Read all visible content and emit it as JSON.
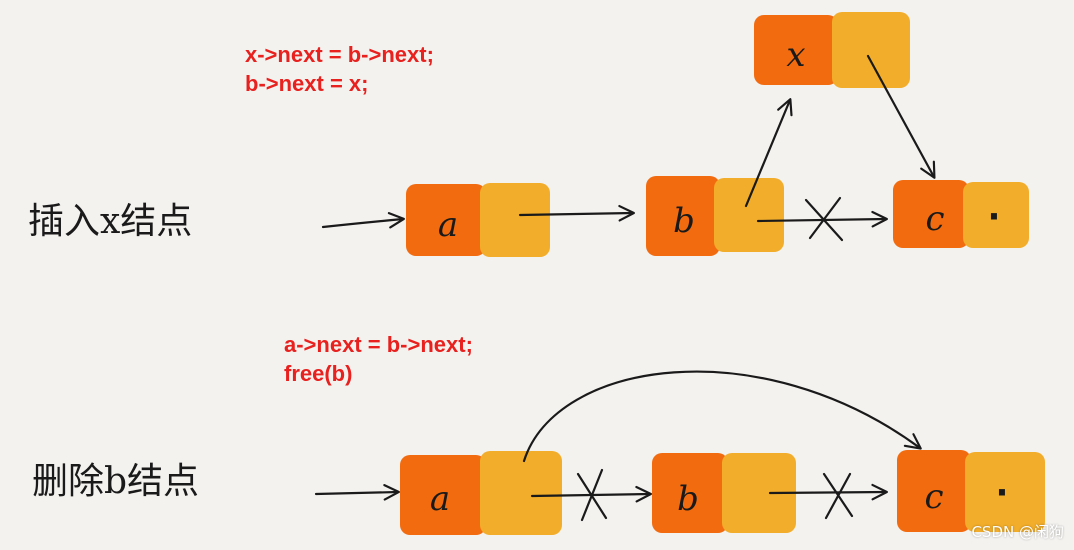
{
  "insert": {
    "code_line1": "x->next = b->next;",
    "code_line2": "b->next = x;",
    "label": "插入x结点",
    "nodes": {
      "a": "a",
      "b": "b",
      "c": "c",
      "x": "x",
      "c_next": "·"
    }
  },
  "delete": {
    "code_line1": "a->next = b->next;",
    "code_line2": "free(b)",
    "label": "删除b结点",
    "nodes": {
      "a": "a",
      "b": "b",
      "c": "c",
      "c_next": "·"
    }
  },
  "watermark": "CSDN @闲狗",
  "colors": {
    "background": "#f4f2ef",
    "data_cell": "#f26b0f",
    "next_cell": "#f2ad2a",
    "code_text": "#e8201e",
    "stroke": "#1a1a1a"
  }
}
